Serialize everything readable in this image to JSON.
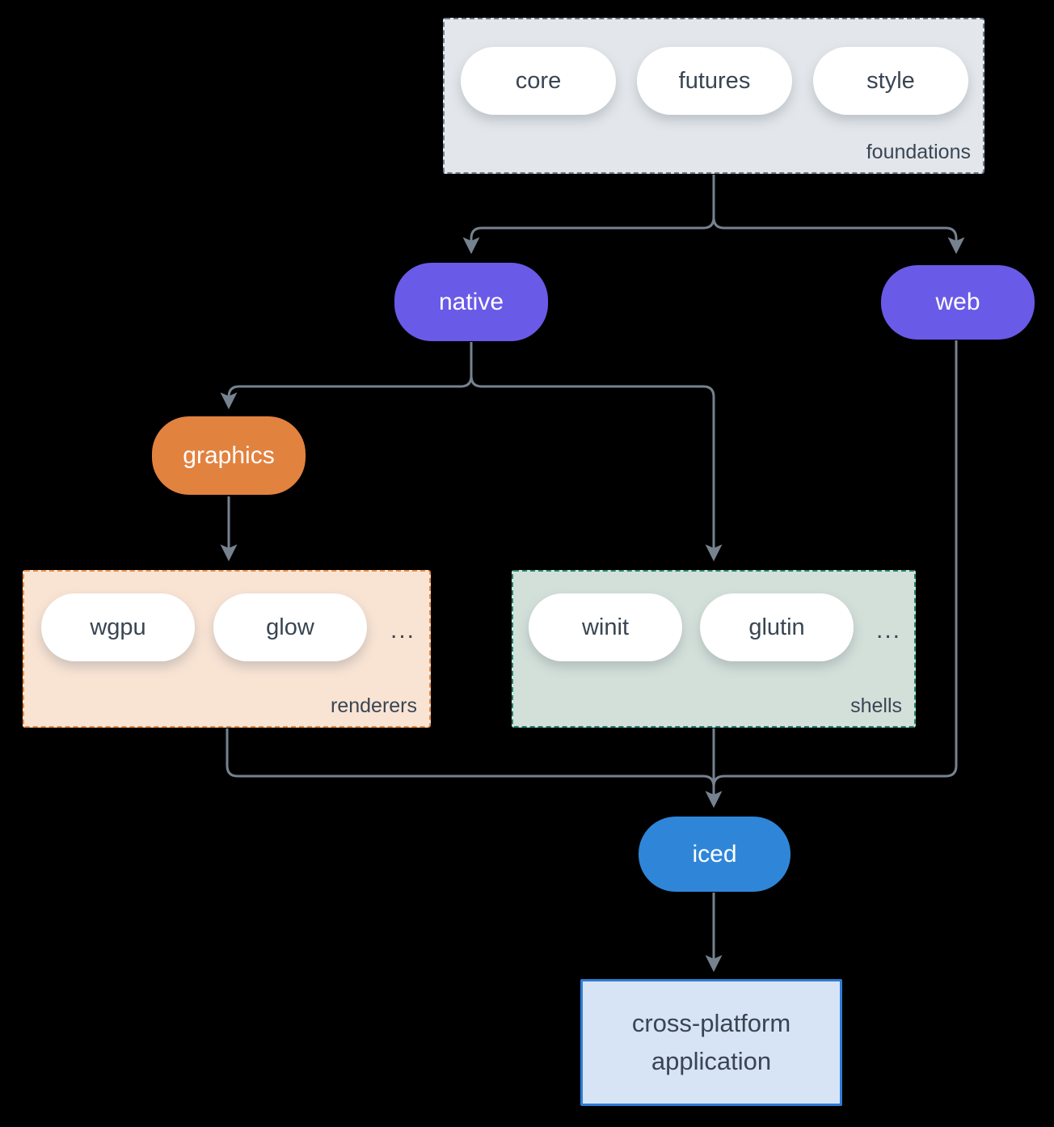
{
  "diagram": {
    "foundations": {
      "label": "foundations",
      "pills": [
        "core",
        "futures",
        "style"
      ]
    },
    "native": {
      "label": "native"
    },
    "web": {
      "label": "web"
    },
    "graphics": {
      "label": "graphics"
    },
    "renderers": {
      "label": "renderers",
      "pills": [
        "wgpu",
        "glow"
      ],
      "ellipsis": "..."
    },
    "shells": {
      "label": "shells",
      "pills": [
        "winit",
        "glutin"
      ],
      "ellipsis": "..."
    },
    "iced": {
      "label": "iced"
    },
    "application": {
      "label": "cross-platform application"
    }
  },
  "colors": {
    "background": "#000000",
    "connector": "#76828f",
    "foundations_bg": "#e3e7eb",
    "foundations_border": "#6d7b8c",
    "renderers_bg": "#f9e4d4",
    "renderers_border": "#ea8a42",
    "shells_bg": "#d3e0da",
    "shells_border": "#20836d",
    "purple_pill": "#6a5ae8",
    "orange_pill": "#e2823f",
    "blue_pill": "#2f86d8",
    "app_bg": "#d6e4f6",
    "app_border": "#2e7cd6",
    "dark_text": "#394552",
    "white_text": "#ffffff"
  }
}
